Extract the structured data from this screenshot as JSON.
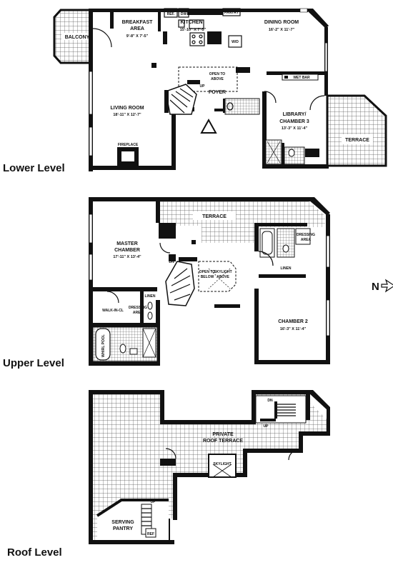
{
  "levels": {
    "lower": "Lower Level",
    "upper": "Upper Level",
    "roof": "Roof Level"
  },
  "compass": "N",
  "lower_rooms": {
    "breakfast_1": "BREAKFAST",
    "breakfast_2": "AREA",
    "breakfast_dim": "9'-8\" X 7'-5\"",
    "kitchen": "KITCHEN",
    "kitchen_dim": "15'-10\" X 7'-5\"",
    "dining": "DINING ROOM",
    "dining_dim": "16'-2\" X 11'-7\"",
    "balcony": "BALCONY",
    "ref": "REF.",
    "dw": "DW",
    "pantry": "PANTRY",
    "wd": "W/D",
    "open_above_1": "OPEN TO",
    "open_above_2": "ABOVE",
    "up": "UP",
    "foyer": "FOYER",
    "wet_bar": "WET BAR",
    "living": "LIVING ROOM",
    "living_dim": "18'-11\" X 12'-7\"",
    "library_1": "LIBRARY/",
    "library_2": "CHAMBER 3",
    "library_dim": "13'-3\" X 11'-4\"",
    "terrace": "TERRACE",
    "fireplace": "FIREPLACE"
  },
  "upper_rooms": {
    "terrace": "TERRACE",
    "master_1": "MASTER",
    "master_2": "CHAMBER",
    "master_dim": "17'-11\" X 13'-4\"",
    "dressing_1": "DRESSING",
    "dressing_2": "AREA",
    "linen_right": "LINEN",
    "dn": "DN",
    "open_below_1": "OPEN TO",
    "open_below_2": "BELOW",
    "skylight_1": "SKYLIGHT",
    "skylight_2": "ABOVE",
    "linen_left": "LINEN",
    "walk_in": "WALK-IN-CL",
    "dressing_left_1": "DRESSING",
    "dressing_left_2": "AREA",
    "whirlpool": "WHIRL POOL",
    "chamber2": "CHAMBER 2",
    "chamber2_dim": "16'-3\" X 11'-4\""
  },
  "roof_rooms": {
    "dn": "DN",
    "up": "UP",
    "private_1": "PRIVATE",
    "private_2": "ROOF TERRACE",
    "skylight": "SKYLIGHT",
    "up2": "UP",
    "serving_1": "SERVING",
    "serving_2": "PANTRY",
    "ref": "REF"
  }
}
